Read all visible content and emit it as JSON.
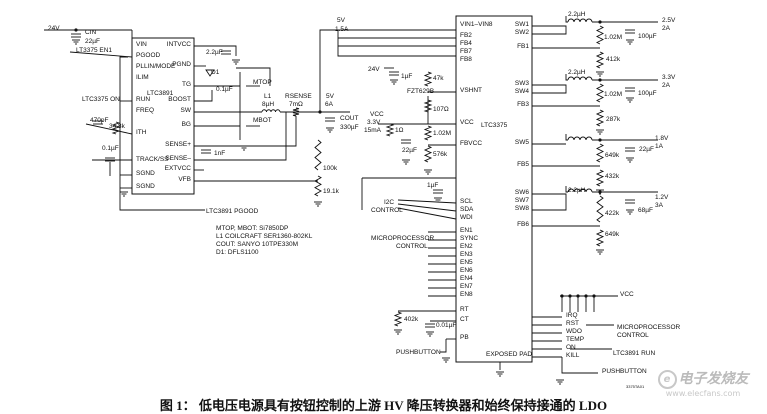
{
  "caption": "图 1： 低电压电源具有按钮控制的上游 HV 降压转换器和始终保持接通的 LDO",
  "watermark": {
    "brand": "电子发烧友",
    "url": "www.elecfans.com"
  },
  "doc_code": "3375TA01",
  "ltc3891": {
    "name": "LTC3891",
    "pins_left": [
      "VIN",
      "PGOOD",
      "PLLIN/MODE",
      "ILIM",
      "RUN",
      "FREQ",
      "ITH",
      "TRACK/SS",
      "SGND",
      "SGND"
    ],
    "pins_right": [
      "INTVCC",
      "PGND",
      "TG",
      "BOOST",
      "SW",
      "BG",
      "SENSE+",
      "SENSE–",
      "EXTVCC",
      "VFB"
    ]
  },
  "ltc3375": {
    "name": "LTC3375",
    "pins_left": [
      "VIN1–VIN8",
      "FB2",
      "FB4",
      "FB7",
      "FB8",
      "VSHNT",
      "VCC",
      "FBVCC",
      "SCL",
      "SDA",
      "WDI",
      "EN1",
      "SYNC",
      "EN2",
      "EN3",
      "EN5",
      "EN6",
      "EN4",
      "EN7",
      "EN8",
      "RT",
      "CT",
      "PB"
    ],
    "pins_right": [
      "SW1",
      "SW2",
      "FB1",
      "SW3",
      "SW4",
      "FB3",
      "SW5",
      "FB5",
      "SW6",
      "SW7",
      "SW8",
      "FB6"
    ],
    "exposed_pad": "EXPOSED PAD"
  },
  "left_labels": {
    "vin": "24V",
    "cin": "CIN",
    "cin_val": "22µF",
    "en1": "LT3375 EN1",
    "on": "LTC3375 ON",
    "c470": "470pF",
    "r34k": "34.8k",
    "c01": "0.1µF",
    "pgood": "LTC3891 PGOOD"
  },
  "mid_labels": {
    "c22": "2.2µF",
    "d1": "D1",
    "mtop": "MTOP",
    "c01b": "0.1µF",
    "mbot": "MBOT",
    "l1": "L1",
    "l1val": "8µH",
    "rsense": "RSENSE",
    "rsense_val": "7mΩ",
    "c1n": "1nF",
    "v5": "5V",
    "a6": "6A",
    "cout": "COUT",
    "cout_val": "330µF",
    "r100k": "100k",
    "r191k": "19.1k",
    "v5top": "5V",
    "a15": "1.5A",
    "v24b": "24V",
    "c1u": "1µF",
    "r47k": "47k",
    "fzt": "FZT629B",
    "r107": "107Ω",
    "vcc": "VCC",
    "v33": "3.3V",
    "ma15": "15mA",
    "r1": "1Ω",
    "c22u": "22µF",
    "r102m": "1.02M",
    "r576": "576k",
    "c1u2": "1µF",
    "i2c": "I2C",
    "control": "CONTROL",
    "micro": "MICROPROCESSOR",
    "micro2": "CONTROL",
    "r402": "402k",
    "c001": "0.01µF",
    "pushbutton": "PUSHBUTTON"
  },
  "parts_note": [
    "MTOP, MBOT: Si7850DP",
    "L1 COILCRAFT SER1360-802KL",
    "COUT: SANYO 10TPE330M",
    "D1: DFLS1100"
  ],
  "outputs": [
    {
      "l": "2.2µH",
      "v": "2.5V",
      "a": "2A",
      "rt": "1.02M",
      "rb": "412k",
      "c": "100µF"
    },
    {
      "l": "2.2µH",
      "v": "3.3V",
      "a": "2A",
      "rt": "1.02M",
      "rb": "287k",
      "c": "100µF"
    },
    {
      "l": "",
      "v": "1.8V",
      "a": "1A",
      "rt": "649k",
      "rb": "432k",
      "c": "22µF"
    },
    {
      "l": "2.2µH",
      "v": "1.2V",
      "a": "3A",
      "rt": "422k",
      "rb": "649k",
      "c": "68µF"
    }
  ],
  "right_lower": {
    "vcc": "VCC",
    "pins": [
      "IRQ",
      "RST",
      "WDO",
      "TEMP",
      "ON",
      "KILL"
    ],
    "micro": "MICROPROCESSOR",
    "control": "CONTROL",
    "run": "LTC3891 RUN",
    "pushbutton": "PUSHBUTTON"
  }
}
